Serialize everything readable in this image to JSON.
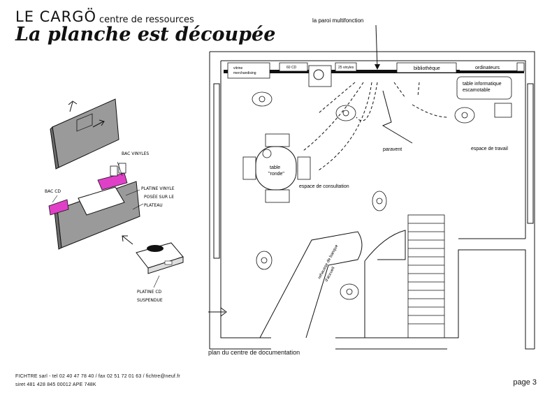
{
  "header": {
    "brand": "LE CARGÖ",
    "brand_subtitle": "centre de ressources",
    "headline": "La planche est découpée"
  },
  "sketch_labels": {
    "bac_vinyles": "BAC VINYLES",
    "bac_cd": "BAC CD",
    "platine_vinyle_1": "PLATINE VINYLE",
    "platine_vinyle_2": "POSÉE SUR LE",
    "platine_vinyle_3": "PLATEAU",
    "platine_cd_1": "PLATINE CD",
    "platine_cd_2": "SUSPENDUE"
  },
  "plan": {
    "wall_label": "la paroi multifonction",
    "wall_items": {
      "vitrine_1": "vitrine",
      "vitrine_2": "merchandising",
      "cd": "60 CD",
      "vinyles": "25 vinyles",
      "bibliotheque": "bibliothèque",
      "ordinateurs": "ordinateurs"
    },
    "table_info_1": "table informatique",
    "table_info_2": "escamotable",
    "paravent": "paravent",
    "espace_travail": "espace de travail",
    "table_ronde_1": "table",
    "table_ronde_2": "\"ronde\"",
    "espace_consultation": "espace de consultation",
    "banque_accueil_1": "rehausse de banque",
    "banque_accueil_2": "d'accueil"
  },
  "caption": "plan du centre de documentation",
  "footer": {
    "line1": "FICHTRE sarl - tel 02 40 47 78 40 / fax 02 51 72 01 63 / fichtre@neuf.fr",
    "line2": "siret 481 428 845 00012 APE 748K",
    "page": "page 3"
  },
  "colors": {
    "ink": "#111111",
    "panel": "#9a9a9a",
    "accent": "#e040c8"
  }
}
